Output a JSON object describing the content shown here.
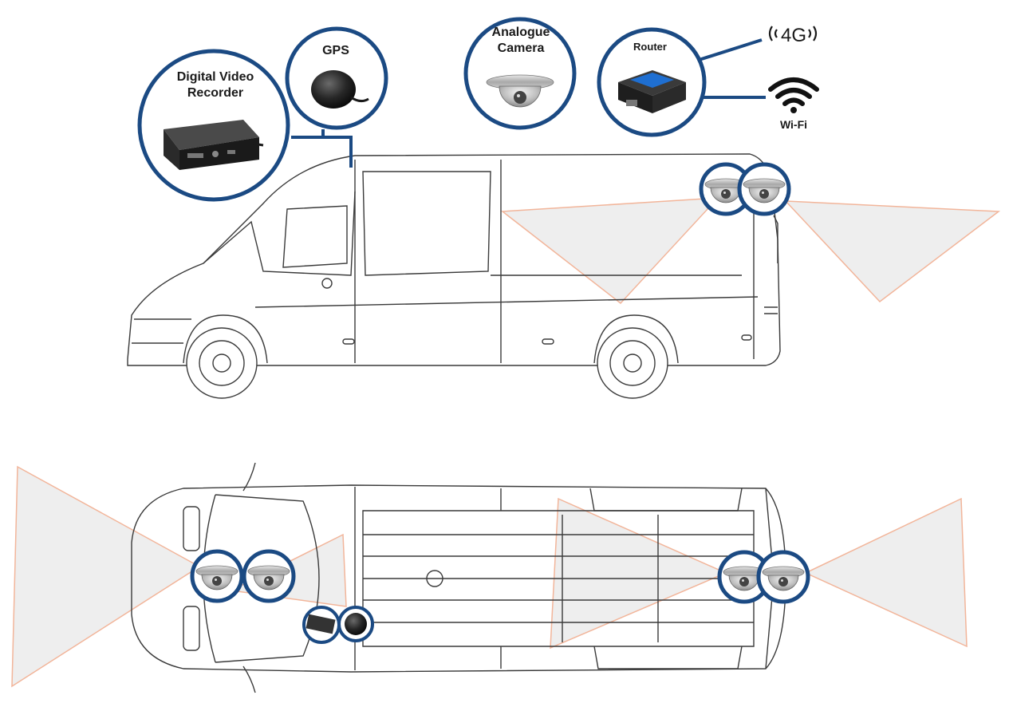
{
  "labels": {
    "dvr": [
      "Digital Video",
      "Recorder"
    ],
    "gps": "GPS",
    "camera": [
      "Analogue",
      "Camera"
    ],
    "router": "Router",
    "cellular": "4G",
    "wifi": "Wi-Fi"
  },
  "icons": {
    "dvr": "dvr-device-icon",
    "gps": "gps-puck-icon",
    "camera": "dome-camera-icon",
    "router": "router-device-icon",
    "cellular": "4g-signal-icon",
    "wifi": "wifi-icon"
  },
  "colors": {
    "callout_ring": "#1b4a83",
    "coverage_stroke": "#f2b59a",
    "coverage_fill": "#eeeeee",
    "van_outline": "#3a3a3a"
  }
}
